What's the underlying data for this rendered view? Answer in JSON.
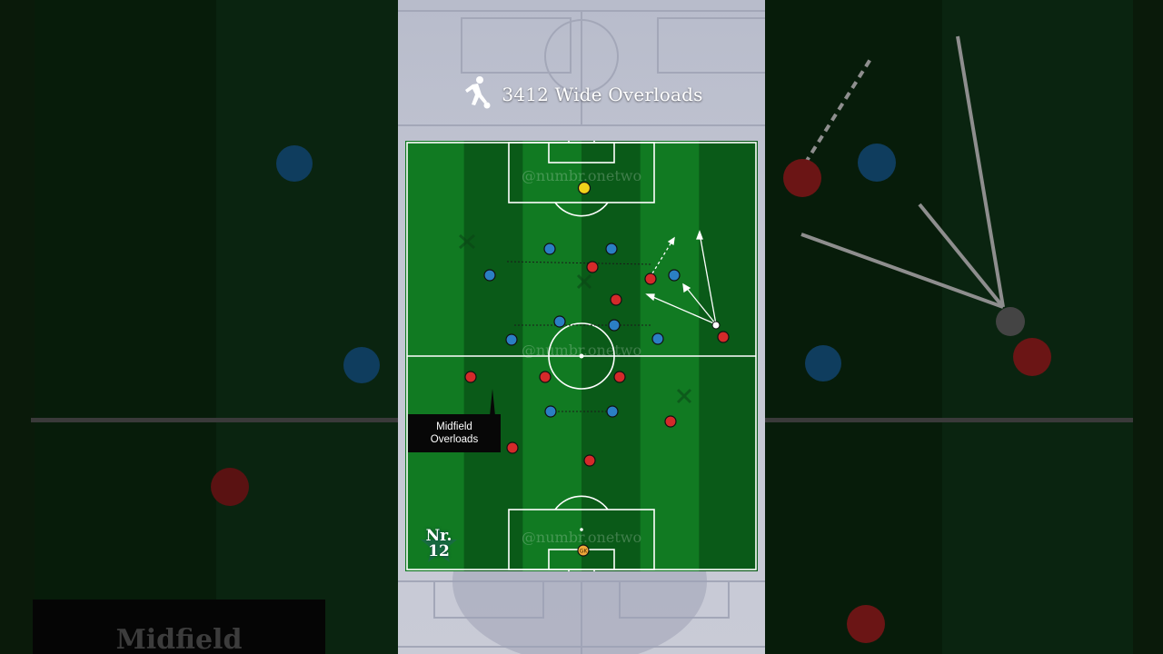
{
  "header": {
    "title": "3412 Wide Overloads",
    "icon": "footballer-kicking-icon"
  },
  "pitch": {
    "watermark": "@numbr.onetwo",
    "grass_dark": "#0a5a18",
    "grass_light": "#117a22"
  },
  "callout": {
    "line1": "Midfield",
    "line2": "Overloads"
  },
  "badge": {
    "line1": "Nr.",
    "line2": "12"
  },
  "background": {
    "label": "Midfield"
  },
  "colors": {
    "red_team": "#d42a2a",
    "blue_team": "#2b7fc4",
    "ball_yellow": "#f1d21b",
    "gk_orange": "#f0a83a"
  },
  "players": {
    "red": [
      "",
      "",
      "",
      "",
      "",
      "",
      "",
      "",
      "",
      "",
      ""
    ],
    "red_gk_label": "GK",
    "blue": [
      "",
      "",
      "",
      "",
      "",
      "",
      "",
      "",
      "",
      ""
    ],
    "yellow": [
      ""
    ]
  }
}
